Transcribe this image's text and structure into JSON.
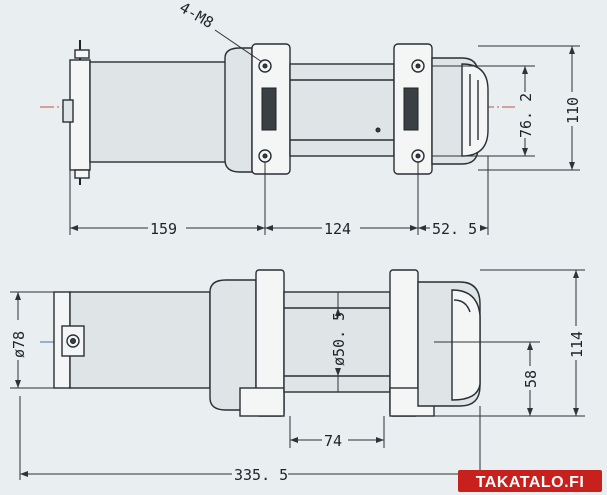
{
  "top_view": {
    "bolt_callout": "4-M8",
    "dim_159": "159",
    "dim_124": "124",
    "dim_52_5": "52. 5",
    "dim_76_2": "76. 2",
    "dim_110": "110"
  },
  "bottom_view": {
    "dia_78": "ø78",
    "dia_50_5": "ø50. 5",
    "dim_74": "74",
    "dim_335_5": "335. 5",
    "dim_58": "58",
    "dim_114": "114"
  },
  "watermark": {
    "text": "TAKATALO.FI",
    "bg_color": "#c8201c"
  }
}
